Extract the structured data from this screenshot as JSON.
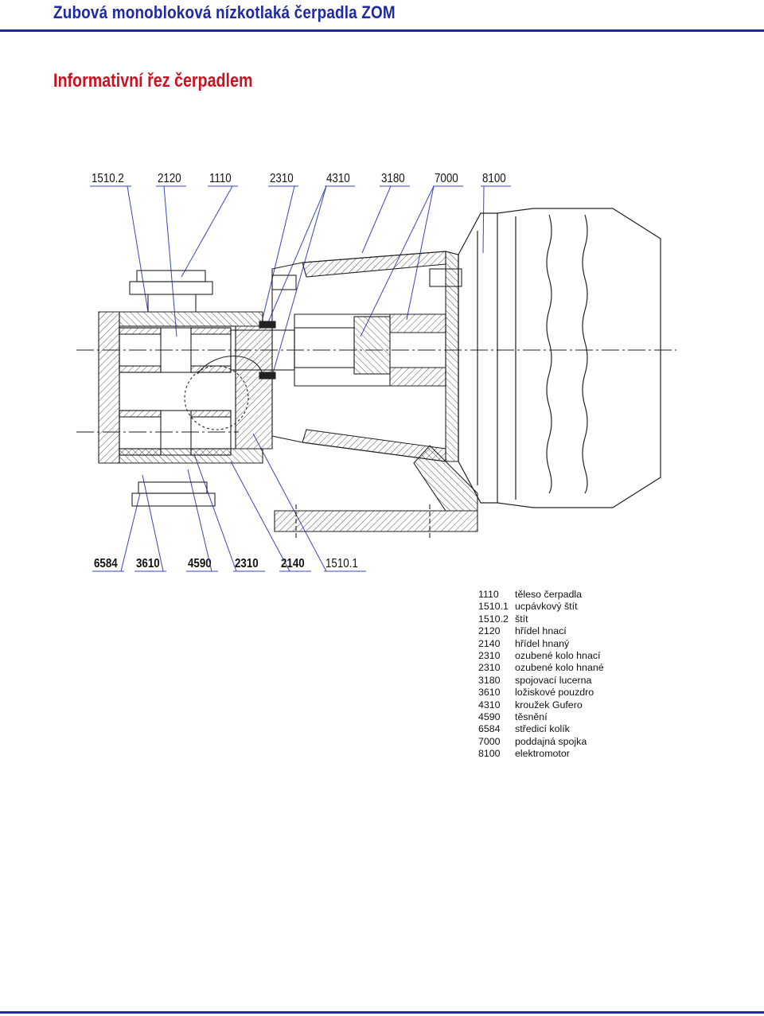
{
  "header": {
    "title": "Zubová monobloková nízkotlaká čerpadla ZOM",
    "subtitle": "Informativní řez čerpadlem"
  },
  "callouts_top": [
    "1510.2",
    "2120",
    "1110",
    "2310",
    "4310",
    "3180",
    "7000",
    "8100"
  ],
  "callouts_bottom": [
    "6584",
    "3610",
    "4590",
    "2310",
    "2140",
    "1510.1"
  ],
  "legend": [
    {
      "code": "1110",
      "desc": "těleso čerpadla"
    },
    {
      "code": "1510.1",
      "desc": "ucpávkový štít"
    },
    {
      "code": "1510.2",
      "desc": "štít"
    },
    {
      "code": "2120",
      "desc": "hřídel hnací"
    },
    {
      "code": "2140",
      "desc": "hřídel hnaný"
    },
    {
      "code": "2310",
      "desc": "ozubené kolo hnací"
    },
    {
      "code": "2310",
      "desc": "ozubené kolo hnané"
    },
    {
      "code": "3180",
      "desc": "spojovací lucerna"
    },
    {
      "code": "3610",
      "desc": "ložiskové pouzdro"
    },
    {
      "code": "4310",
      "desc": "kroužek Gufero"
    },
    {
      "code": "4590",
      "desc": "těsnění"
    },
    {
      "code": "6584",
      "desc": "středicí kolík"
    },
    {
      "code": "7000",
      "desc": "poddajná spojka"
    },
    {
      "code": "8100",
      "desc": "elektromotor"
    }
  ],
  "colors": {
    "brand_blue": "#1f2a9e",
    "heading_red": "#cc1220",
    "leader_blue": "#3b45b8"
  }
}
